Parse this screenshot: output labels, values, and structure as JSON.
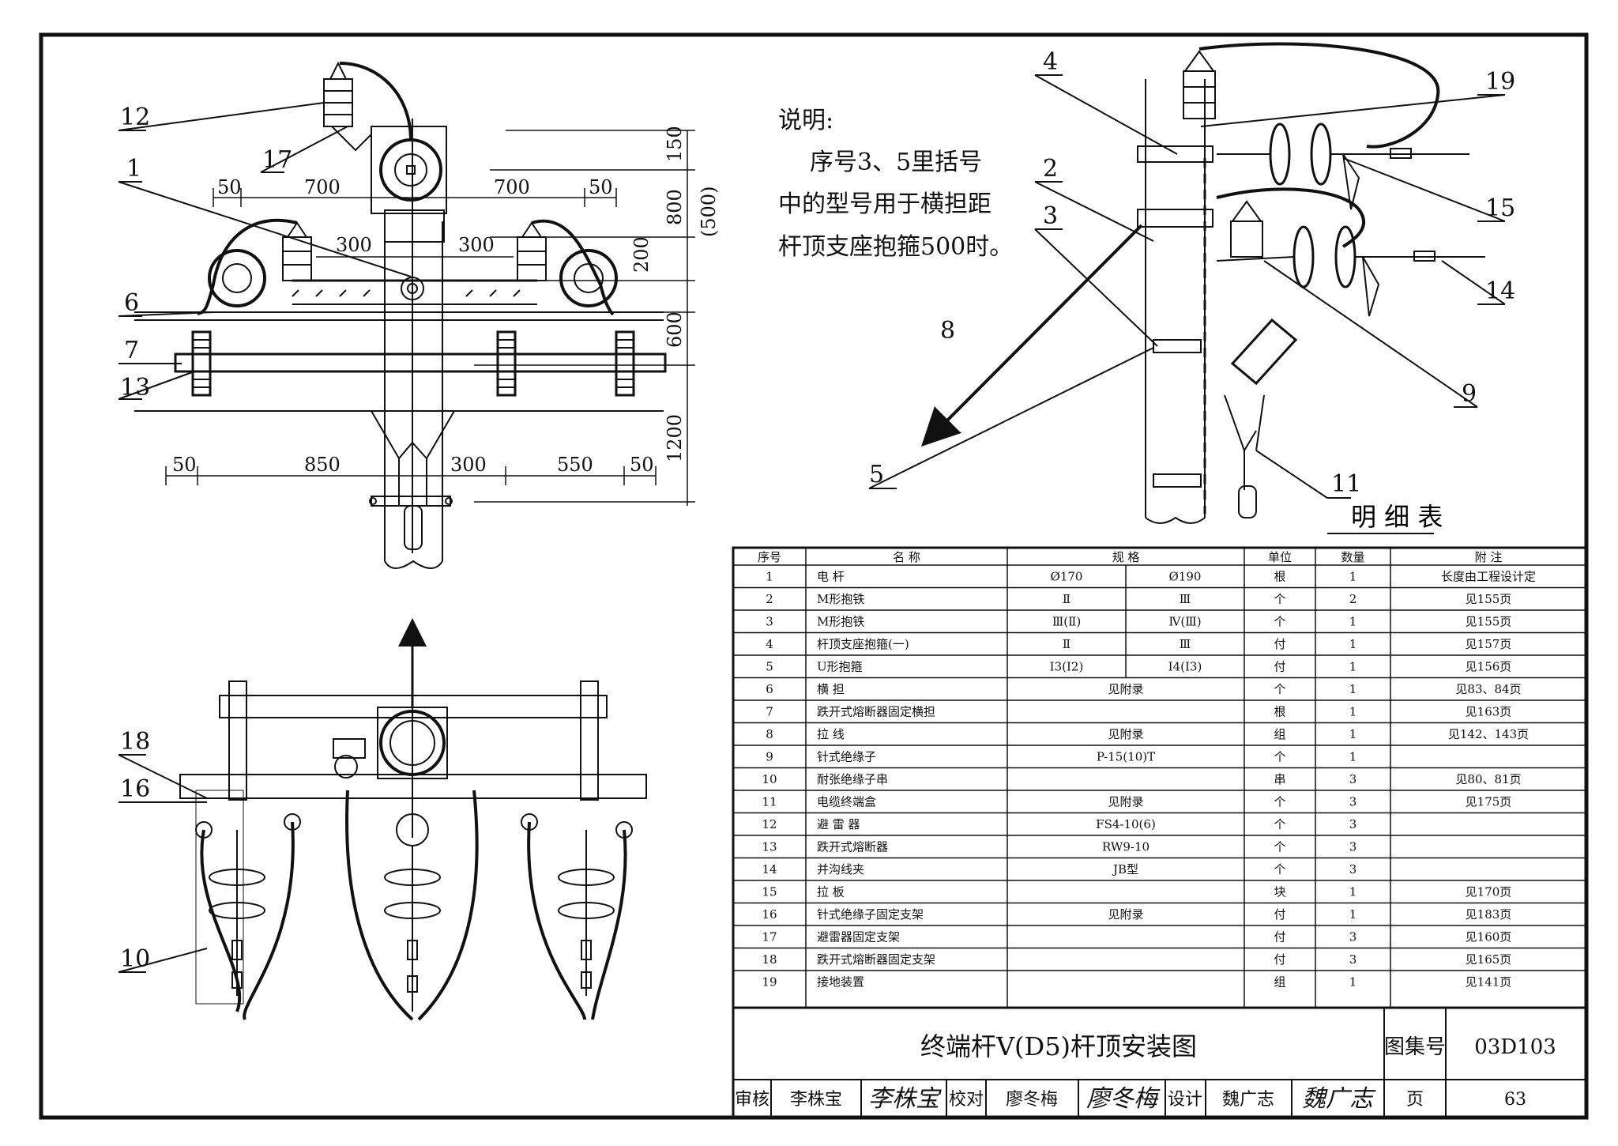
{
  "note": {
    "title": "说明:",
    "lines": [
      "序号3、5里括号",
      "中的型号用于横担距",
      "杆顶支座抱箍500时。"
    ]
  },
  "front_view": {
    "labels": [
      "12",
      "17",
      "1",
      "6",
      "7",
      "13"
    ],
    "dims": {
      "top_left_50": "50",
      "top_700_l": "700",
      "top_700_r": "700",
      "top_right_50": "50",
      "d300_l": "300",
      "d300_r": "300",
      "v150": "150",
      "v800": "800",
      "v500": "(500)",
      "v200": "200",
      "v600": "600",
      "v1200": "1200",
      "b50_l": "50",
      "b850": "850",
      "b300": "300",
      "b550": "550",
      "b50_r": "50"
    }
  },
  "side_view": {
    "labels": [
      "4",
      "2",
      "3",
      "19",
      "15",
      "14",
      "9",
      "8",
      "5",
      "11"
    ]
  },
  "plan_view": {
    "labels": [
      "18",
      "16",
      "10"
    ]
  },
  "parts_table": {
    "caption": "明  细  表",
    "headers": {
      "no": "序号",
      "name": "名          称",
      "spec": "规              格",
      "unit": "单位",
      "qty": "数量",
      "remark": "附          注"
    },
    "rows": [
      {
        "no": "1",
        "name": "电    杆",
        "spec_a": "Ø170",
        "spec_b": "Ø190",
        "spec": "",
        "unit": "根",
        "qty": "1",
        "remark": "长度由工程设计定"
      },
      {
        "no": "2",
        "name": "M形抱铁",
        "spec_a": "Ⅱ",
        "spec_b": "Ⅲ",
        "spec": "",
        "unit": "个",
        "qty": "2",
        "remark": "见155页"
      },
      {
        "no": "3",
        "name": "M形抱铁",
        "spec_a": "Ⅲ(Ⅱ)",
        "spec_b": "Ⅳ(Ⅲ)",
        "spec": "",
        "unit": "个",
        "qty": "1",
        "remark": "见155页"
      },
      {
        "no": "4",
        "name": "杆顶支座抱箍(一)",
        "spec_a": "Ⅱ",
        "spec_b": "Ⅲ",
        "spec": "",
        "unit": "付",
        "qty": "1",
        "remark": "见157页"
      },
      {
        "no": "5",
        "name": "U形抱箍",
        "spec_a": "I3(I2)",
        "spec_b": "I4(I3)",
        "spec": "",
        "unit": "付",
        "qty": "1",
        "remark": "见156页"
      },
      {
        "no": "6",
        "name": "横    担",
        "spec_a": "",
        "spec_b": "",
        "spec": "见附录",
        "unit": "个",
        "qty": "1",
        "remark": "见83、84页"
      },
      {
        "no": "7",
        "name": "跌开式熔断器固定横担",
        "spec_a": "",
        "spec_b": "",
        "spec": "",
        "unit": "根",
        "qty": "1",
        "remark": "见163页"
      },
      {
        "no": "8",
        "name": "拉    线",
        "spec_a": "",
        "spec_b": "",
        "spec": "见附录",
        "unit": "组",
        "qty": "1",
        "remark": "见142、143页"
      },
      {
        "no": "9",
        "name": "针式绝缘子",
        "spec_a": "",
        "spec_b": "",
        "spec": "P-15(10)T",
        "unit": "个",
        "qty": "1",
        "remark": ""
      },
      {
        "no": "10",
        "name": "耐张绝缘子串",
        "spec_a": "",
        "spec_b": "",
        "spec": "",
        "unit": "串",
        "qty": "3",
        "remark": "见80、81页"
      },
      {
        "no": "11",
        "name": "电缆终端盒",
        "spec_a": "",
        "spec_b": "",
        "spec": "见附录",
        "unit": "个",
        "qty": "3",
        "remark": "见175页"
      },
      {
        "no": "12",
        "name": "避 雷 器",
        "spec_a": "",
        "spec_b": "",
        "spec": "FS4-10(6)",
        "unit": "个",
        "qty": "3",
        "remark": ""
      },
      {
        "no": "13",
        "name": "跌开式熔断器",
        "spec_a": "",
        "spec_b": "",
        "spec": "RW9-10",
        "unit": "个",
        "qty": "3",
        "remark": ""
      },
      {
        "no": "14",
        "name": "并沟线夹",
        "spec_a": "",
        "spec_b": "",
        "spec": "JB型",
        "unit": "个",
        "qty": "3",
        "remark": ""
      },
      {
        "no": "15",
        "name": "拉    板",
        "spec_a": "",
        "spec_b": "",
        "spec": "",
        "unit": "块",
        "qty": "1",
        "remark": "见170页"
      },
      {
        "no": "16",
        "name": "针式绝缘子固定支架",
        "spec_a": "",
        "spec_b": "",
        "spec": "见附录",
        "unit": "付",
        "qty": "1",
        "remark": "见183页"
      },
      {
        "no": "17",
        "name": "避雷器固定支架",
        "spec_a": "",
        "spec_b": "",
        "spec": "",
        "unit": "付",
        "qty": "3",
        "remark": "见160页"
      },
      {
        "no": "18",
        "name": "跌开式熔断器固定支架",
        "spec_a": "",
        "spec_b": "",
        "spec": "",
        "unit": "付",
        "qty": "3",
        "remark": "见165页"
      },
      {
        "no": "19",
        "name": "接地装置",
        "spec_a": "",
        "spec_b": "",
        "spec": "",
        "unit": "组",
        "qty": "1",
        "remark": "见141页"
      }
    ]
  },
  "title_block": {
    "title": "终端杆V(D5)杆顶安装图",
    "atlas_label": "图集号",
    "atlas_no": "03D103",
    "review_label": "审核",
    "reviewer": "李株宝",
    "reviewer_sig": "李株宝",
    "check_label": "校对",
    "checker": "廖冬梅",
    "checker_sig": "廖冬梅",
    "design_label": "设计",
    "designer": "魏广志",
    "designer_sig": "魏广志",
    "page_label": "页",
    "page_no": "63"
  }
}
